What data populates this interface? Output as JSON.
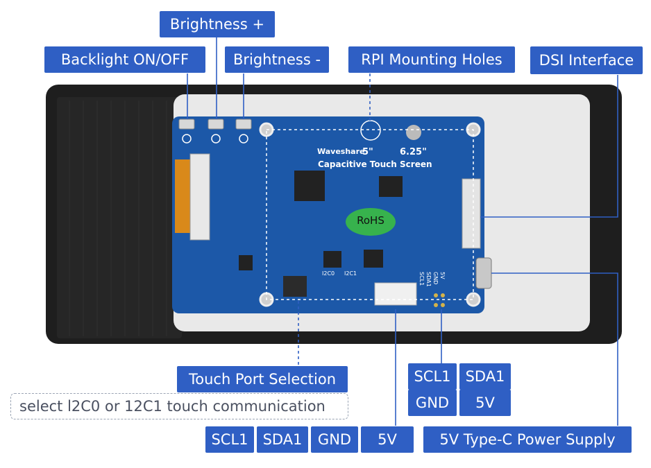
{
  "labels": {
    "brightness_plus": "Brightness +",
    "backlight": "Backlight ON/OFF",
    "brightness_minus": "Brightness -",
    "mounting_holes": "RPI Mounting Holes",
    "dsi": "DSI Interface",
    "touch_port": "Touch Port Selection",
    "touch_note": "select l2C0 or 12C1 touch communication",
    "i2c_scl": "SCL1",
    "i2c_sda": "SDA1",
    "i2c_gnd": "GND",
    "i2c_5v": "5V",
    "bottom_scl": "SCL1",
    "bottom_sda": "SDA1",
    "bottom_gnd": "GND",
    "bottom_5v": "5V",
    "power": "5V Type-C Power Supply"
  },
  "board": {
    "brand": "Waveshare",
    "size_a": "5\"",
    "size_b": "6.25\"",
    "subtitle": "Capacitive Touch Screen",
    "rohs": "RoHS",
    "i2c0": "I2C0",
    "i2c1": "I2C1",
    "header_pins": [
      "SCL1",
      "SDA1",
      "GND",
      "5V"
    ]
  },
  "colors": {
    "label_bg": "#2f5fc4",
    "pcb": "#1c58a8",
    "bezel": "#1e1e1e",
    "rohs": "#37b24d"
  }
}
